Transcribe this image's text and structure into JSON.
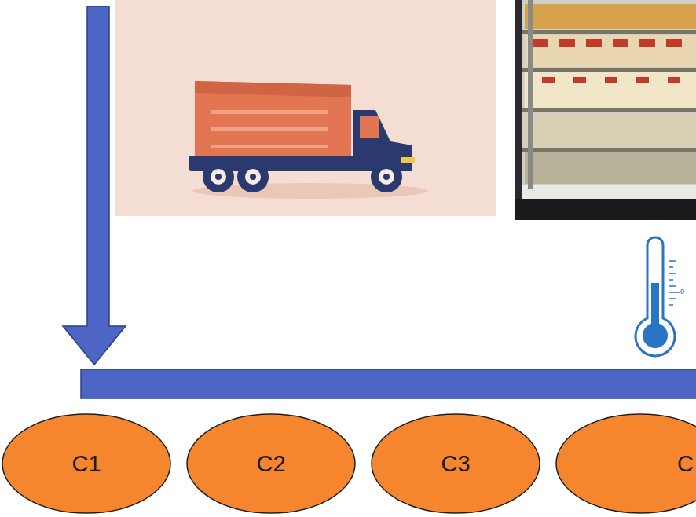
{
  "diagram": {
    "nodes": [
      {
        "text": [
          "C1"
        ]
      },
      {
        "text": [
          "C2"
        ]
      },
      {
        "text": [
          "C3"
        ]
      },
      {
        "text": [
          "C"
        ]
      }
    ],
    "labels": [
      "0"
    ]
  }
}
